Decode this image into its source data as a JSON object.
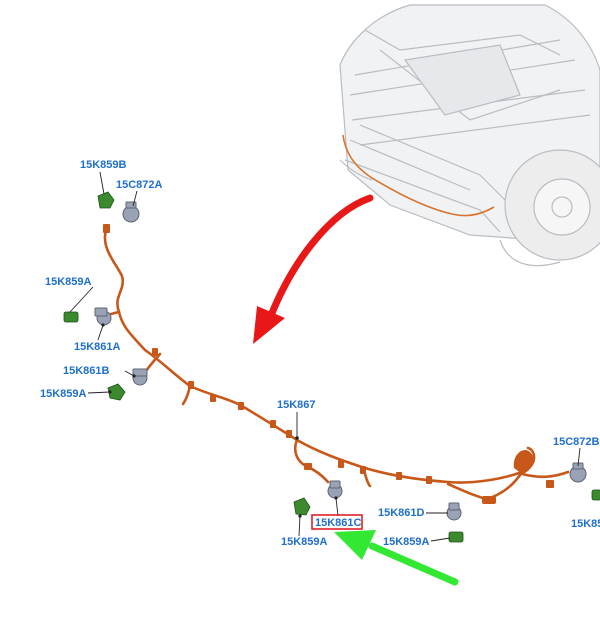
{
  "labels": {
    "l1": "15K859B",
    "l2": "15C872A",
    "l3": "15K859A",
    "l4": "15K861A",
    "l5": "15K861B",
    "l6": "15K859A",
    "l7": "15K867",
    "l8": "15C872B",
    "l9": "15K861C",
    "l10": "15K861D",
    "l11": "15K859A",
    "l12": "15K859A",
    "l13": "15K85"
  },
  "colors": {
    "harness": "#c8581a",
    "label": "#1e6fd0",
    "red_arrow": "#e81818",
    "green_arrow": "#32e832",
    "highlight_box": "#e0202a",
    "green_connector": "#3b8a2e",
    "sensor_gray": "#9aa3b5"
  }
}
